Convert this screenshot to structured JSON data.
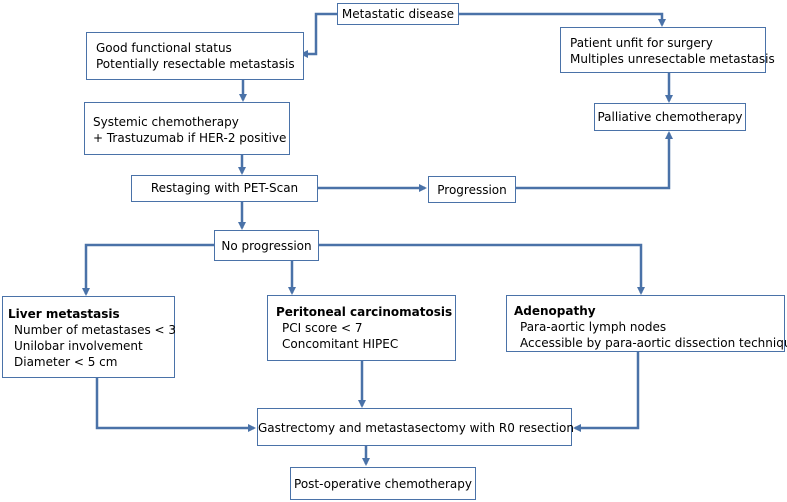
{
  "nodes": {
    "metastatic": "Metastatic disease",
    "good_status": {
      "line1": "Good functional status",
      "line2": "Potentially resectable metastasis"
    },
    "unfit": {
      "line1": "Patient unfit for surgery",
      "line2": "Multiples unresectable metastasis"
    },
    "systemic": {
      "line1": "Systemic chemotherapy",
      "line2": "+ Trastuzumab if HER-2 positive"
    },
    "palliative": "Palliative chemotherapy",
    "restaging": "Restaging with PET-Scan",
    "progression": "Progression",
    "no_progression": "No progression",
    "liver": {
      "title": "Liver metastasis",
      "items": [
        "Number of metastases < 3",
        "Unilobar involvement",
        "Diameter < 5 cm"
      ]
    },
    "peritoneal": {
      "title": "Peritoneal carcinomatosis",
      "items": [
        "PCI score < 7",
        "Concomitant HIPEC"
      ]
    },
    "adenopathy": {
      "title": "Adenopathy",
      "items": [
        "Para-aortic lymph nodes",
        "Accessible by para-aortic dissection technique"
      ]
    },
    "gastrectomy": "Gastrectomy and metastasectomy with R0 resection",
    "postop": "Post-operative chemotherapy"
  },
  "colors": {
    "border": "#4a72a8",
    "connector": "#4a72a8"
  }
}
